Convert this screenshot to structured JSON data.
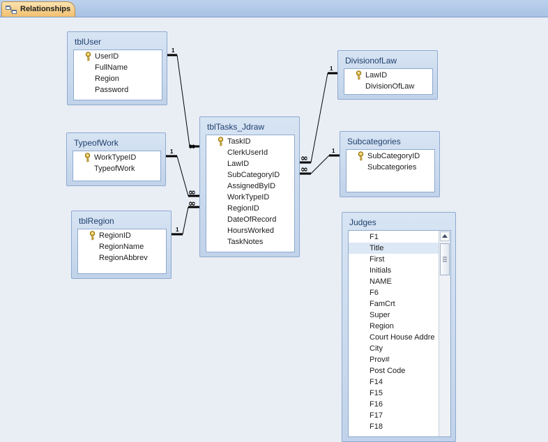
{
  "tab": {
    "label": "Relationships",
    "icon": "relationships-icon"
  },
  "tables": {
    "tblUser": {
      "title": "tblUser",
      "fields": [
        {
          "name": "UserID",
          "key": true
        },
        {
          "name": "FullName",
          "key": false
        },
        {
          "name": "Region",
          "key": false
        },
        {
          "name": "Password",
          "key": false
        }
      ]
    },
    "typeofwork": {
      "title": "TypeofWork",
      "fields": [
        {
          "name": "WorkTypeID",
          "key": true
        },
        {
          "name": "TypeofWork",
          "key": false
        }
      ]
    },
    "tblRegion": {
      "title": "tblRegion",
      "fields": [
        {
          "name": "RegionID",
          "key": true
        },
        {
          "name": "RegionName",
          "key": false
        },
        {
          "name": "RegionAbbrev",
          "key": false
        }
      ]
    },
    "tblTasks": {
      "title": "tblTasks_Jdraw",
      "fields": [
        {
          "name": "TaskID",
          "key": true
        },
        {
          "name": "ClerkUserId",
          "key": false
        },
        {
          "name": "LawID",
          "key": false
        },
        {
          "name": "SubCategoryID",
          "key": false
        },
        {
          "name": "AssignedByID",
          "key": false
        },
        {
          "name": "WorkTypeID",
          "key": false
        },
        {
          "name": "RegionID",
          "key": false
        },
        {
          "name": "DateOfRecord",
          "key": false
        },
        {
          "name": "HoursWorked",
          "key": false
        },
        {
          "name": "TaskNotes",
          "key": false
        }
      ]
    },
    "divisionoflaw": {
      "title": "DivisionofLaw",
      "fields": [
        {
          "name": "LawID",
          "key": true
        },
        {
          "name": "DivisionOfLaw",
          "key": false
        }
      ]
    },
    "subcategories": {
      "title": "Subcategories",
      "fields": [
        {
          "name": "SubCategoryID",
          "key": true
        },
        {
          "name": "Subcategories",
          "key": false
        }
      ]
    },
    "judges": {
      "title": "Judges",
      "selected": "Title",
      "fields": [
        {
          "name": "F1"
        },
        {
          "name": "Title"
        },
        {
          "name": "First"
        },
        {
          "name": "Initials"
        },
        {
          "name": "NAME"
        },
        {
          "name": "F6"
        },
        {
          "name": "FamCrt"
        },
        {
          "name": "Super"
        },
        {
          "name": "Region"
        },
        {
          "name": "Court House Addre"
        },
        {
          "name": "City"
        },
        {
          "name": "Prov#"
        },
        {
          "name": "Post Code"
        },
        {
          "name": "F14"
        },
        {
          "name": "F15"
        },
        {
          "name": "F16"
        },
        {
          "name": "F17"
        },
        {
          "name": "F18"
        }
      ]
    }
  },
  "relationship_labels": {
    "one": "1",
    "many": "∞"
  }
}
